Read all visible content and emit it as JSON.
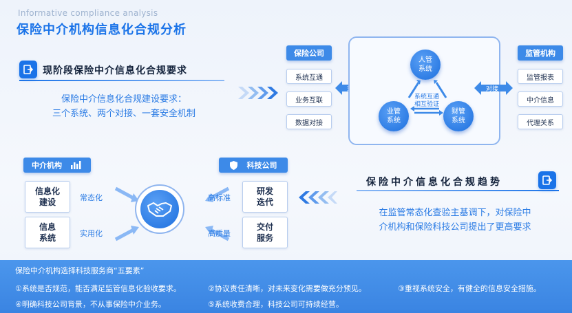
{
  "header": {
    "subtitle_en": "Informative compliance analysis",
    "title": "保险中介机构信息化合规分析"
  },
  "requirements": {
    "heading": "现阶段保险中介信息化合规要求",
    "line1": "保险中介信息化合规建设要求：",
    "line2": "三个系统、两个对接、一套安全机制"
  },
  "insurer": {
    "title": "保险公司",
    "items": [
      "系统互通",
      "业务互联",
      "数据对接"
    ]
  },
  "regulator": {
    "title": "监管机构",
    "items": [
      "监管报表",
      "中介信息",
      "代理关系"
    ]
  },
  "center": {
    "top": "人管系统",
    "left": "业管系统",
    "right": "财管系统",
    "note1": "系统互通",
    "note2": "相互验证",
    "connect_left": "对接",
    "connect_right": "对接"
  },
  "intermediary": {
    "title": "中介机构",
    "box1": "信息化建设",
    "box2": "信息系统",
    "label1": "常态化",
    "label2": "实用化"
  },
  "tech": {
    "title": "科技公司",
    "box1": "研发迭代",
    "box2": "交付服务",
    "label1": "高标准",
    "label2": "高质量"
  },
  "trend": {
    "heading": "保险中介信息化合规趋势",
    "line1": "在监管常态化查验主基调下，对保险中",
    "line2": "介机构和保险科技公司提出了更高要求"
  },
  "five_elements": {
    "title": "保险中介机构选择科技服务商“五要素”",
    "e1": "①系统是否规范，能否满足监管信息化验收要求。",
    "e2": "②协议责任清晰，对未来变化需要做充分预见。",
    "e3": "③重视系统安全，有健全的信息安全措施。",
    "e4": "④明确科技公司背景，不从事保险中介业务。",
    "e5": "⑤系统收费合理，科技公司可持续经营。"
  },
  "colors": {
    "accent": "#1a73e8",
    "box_blue": "#3d8ae8",
    "band_blue": "#4b96ec",
    "text_blue": "#2a7be4"
  }
}
